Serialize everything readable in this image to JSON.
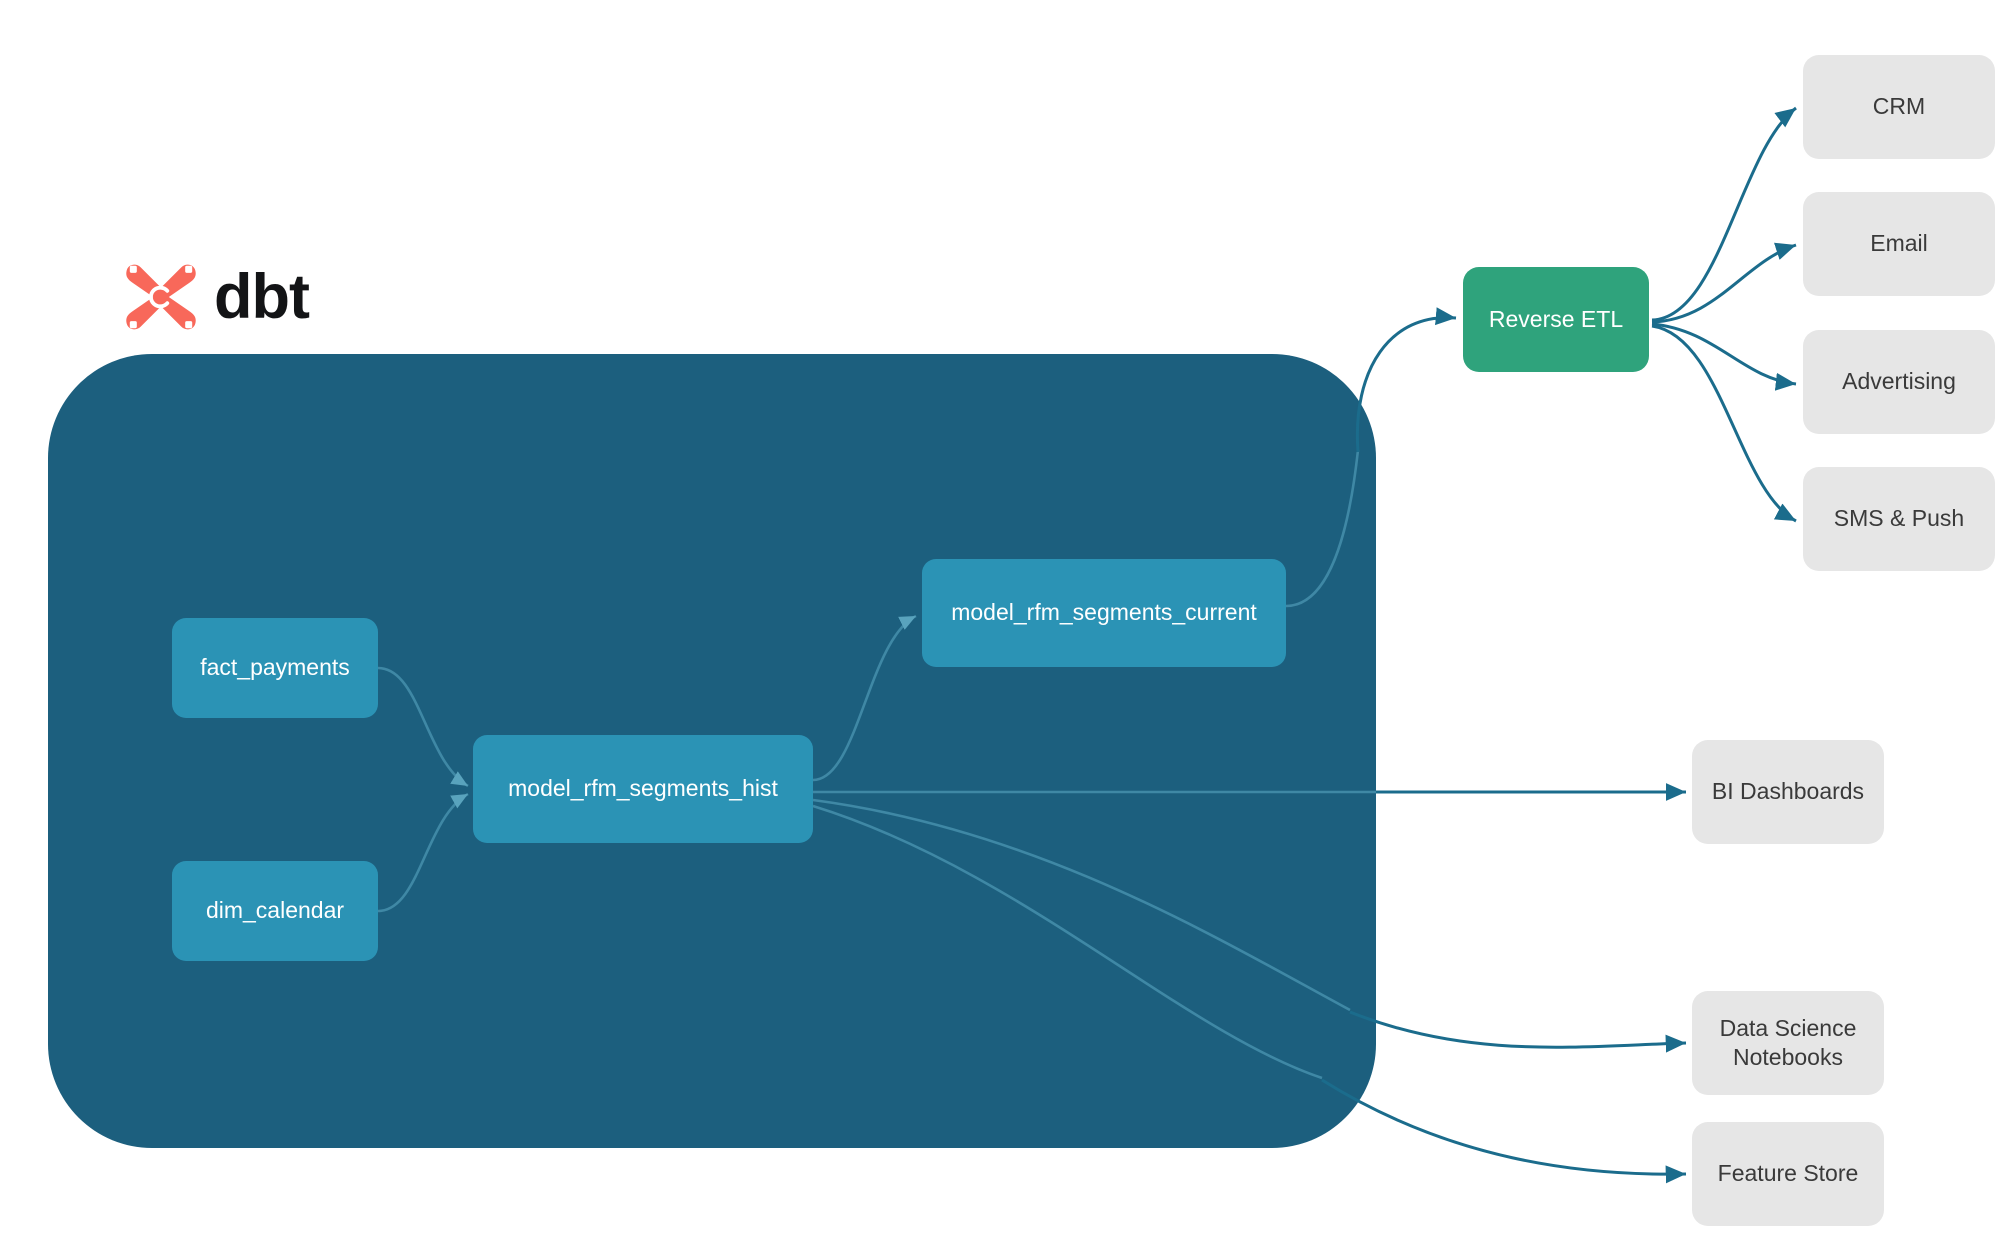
{
  "brand": {
    "logo_text": "dbt",
    "logo_icon": "dbt-x-mark-icon",
    "logo_color": "#f8685a"
  },
  "colors": {
    "container_bg": "#1c5f7e",
    "model_node": "#2b93b5",
    "reverse_etl_node": "#2fa37c",
    "sink_node": "#e6e6e6",
    "edge_outer": "#1b6c8c",
    "edge_inner": "#3f88a5",
    "page_bg": "#ffffff"
  },
  "container": {
    "name": "dbt-project-boundary"
  },
  "models": [
    {
      "id": "fact_payments",
      "label": "fact_payments"
    },
    {
      "id": "dim_calendar",
      "label": "dim_calendar"
    },
    {
      "id": "model_rfm_segments_hist",
      "label": "model_rfm_segments_hist"
    },
    {
      "id": "model_rfm_segments_current",
      "label": "model_rfm_segments_current"
    }
  ],
  "activation": {
    "reverse_etl": {
      "id": "reverse_etl",
      "label": "Reverse ETL"
    },
    "destinations": [
      {
        "id": "crm",
        "label": "CRM"
      },
      {
        "id": "email",
        "label": "Email"
      },
      {
        "id": "advertising",
        "label": "Advertising"
      },
      {
        "id": "sms_push",
        "label": "SMS & Push"
      }
    ]
  },
  "consumers": [
    {
      "id": "bi_dashboards",
      "label": "BI Dashboards"
    },
    {
      "id": "data_science_notebooks",
      "label": "Data Science\nNotebooks",
      "line1": "Data Science",
      "line2": "Notebooks"
    },
    {
      "id": "feature_store",
      "label": "Feature Store"
    }
  ],
  "edges": [
    {
      "from": "fact_payments",
      "to": "model_rfm_segments_hist"
    },
    {
      "from": "dim_calendar",
      "to": "model_rfm_segments_hist"
    },
    {
      "from": "model_rfm_segments_hist",
      "to": "model_rfm_segments_current"
    },
    {
      "from": "model_rfm_segments_current",
      "to": "reverse_etl"
    },
    {
      "from": "model_rfm_segments_hist",
      "to": "bi_dashboards"
    },
    {
      "from": "model_rfm_segments_hist",
      "to": "data_science_notebooks"
    },
    {
      "from": "model_rfm_segments_hist",
      "to": "feature_store"
    },
    {
      "from": "reverse_etl",
      "to": "crm"
    },
    {
      "from": "reverse_etl",
      "to": "email"
    },
    {
      "from": "reverse_etl",
      "to": "advertising"
    },
    {
      "from": "reverse_etl",
      "to": "sms_push"
    }
  ]
}
